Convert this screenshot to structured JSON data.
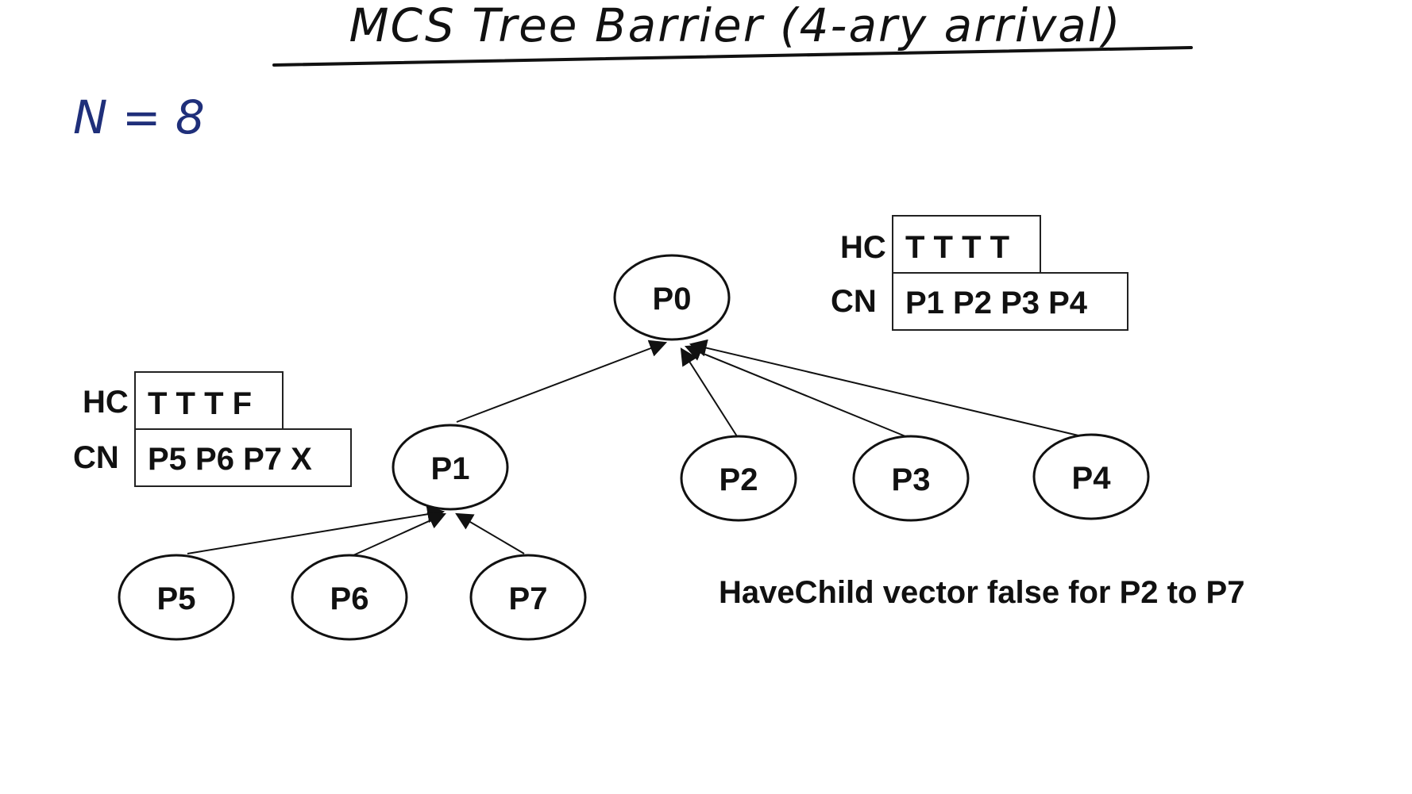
{
  "title": "MCS Tree Barrier (4-ary arrival)",
  "n_label": "N = 8",
  "nodes": {
    "p0": "P0",
    "p1": "P1",
    "p2": "P2",
    "p3": "P3",
    "p4": "P4",
    "p5": "P5",
    "p6": "P6",
    "p7": "P7"
  },
  "p0_table": {
    "hc_label": "HC",
    "hc_value": "T T T T",
    "cn_label": "CN",
    "cn_value": "P1 P2 P3 P4"
  },
  "p1_table": {
    "hc_label": "HC",
    "hc_value": "T T T F",
    "cn_label": "CN",
    "cn_value": "P5 P6 P7 X"
  },
  "note": "HaveChild vector false for P2 to P7",
  "colors": {
    "ink": "#111111",
    "handwriting_blue": "#1f2f7a"
  }
}
